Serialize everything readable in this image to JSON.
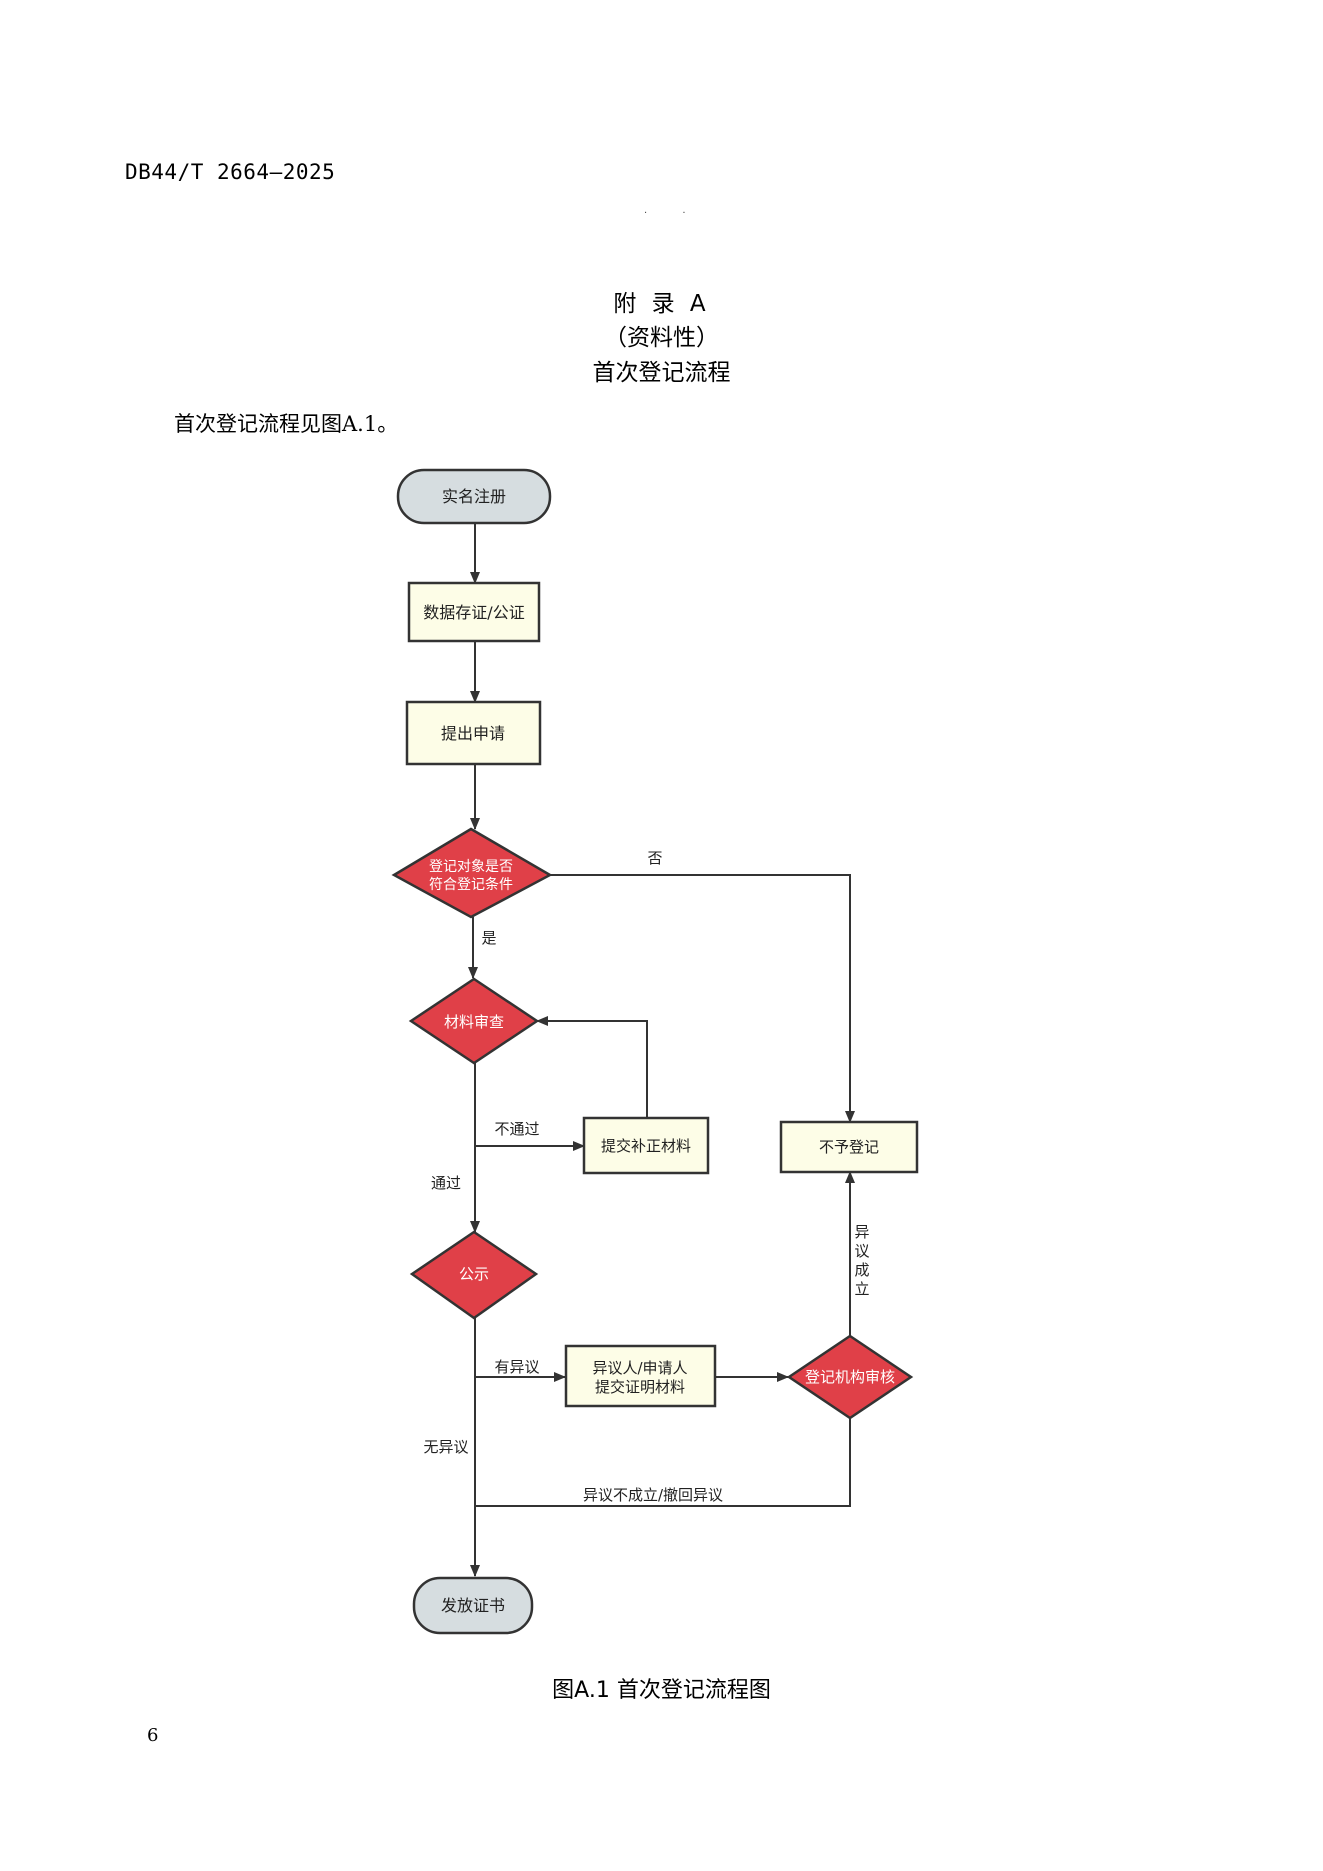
{
  "header": {
    "standard_code": "DB44/T 2664—2025",
    "dots": "· ·"
  },
  "appendix": {
    "title": "附 录 A",
    "type": "（资料性）",
    "name": "首次登记流程"
  },
  "intro": "首次登记流程见图A.1。",
  "flow": {
    "start": "实名注册",
    "store": "数据存证/公证",
    "apply": "提出申请",
    "check_line1": "登记对象是否",
    "check_line2": "符合登记条件",
    "no": "否",
    "yes": "是",
    "review": "材料审查",
    "fail": "不通过",
    "resubmit": "提交补正材料",
    "pass": "通过",
    "reject": "不予登记",
    "publish": "公示",
    "objection": "有异议",
    "proof_line1": "异议人/申请人",
    "proof_line2": "提交证明材料",
    "org_review": "登记机构审核",
    "objection_upheld": [
      "异",
      "议",
      "成",
      "立"
    ],
    "no_objection": "无异议",
    "objection_rejected": "异议不成立/撤回异议",
    "certificate": "发放证书"
  },
  "caption": "图A.1   首次登记流程图",
  "page_number": "6",
  "colors": {
    "terminal_fill": "#d6dde0",
    "process_fill": "#fdfde7",
    "decision_fill": "#e04048",
    "stroke": "#333333"
  }
}
